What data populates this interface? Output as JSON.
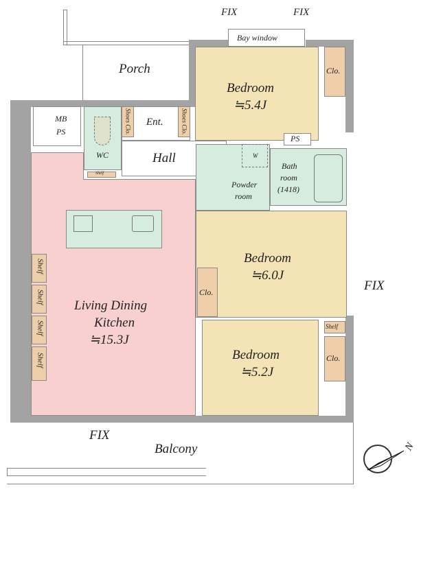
{
  "labels": {
    "fix_top_left": "FIX",
    "fix_top_right": "FIX",
    "bay_window": "Bay window",
    "porch": "Porch",
    "bedroom1": "Bedroom",
    "bedroom1_size": "≒5.4J",
    "clo1": "Clo.",
    "mb_ps": "MB",
    "mb_ps2": "PS",
    "wc": "WC",
    "shelf_wc": "Shelf",
    "shoes_clo_left": "Shoes Clo.",
    "shoes_clo_right": "Shoes Clo.",
    "ent": "Ent.",
    "hall": "Hall",
    "ps": "PS",
    "w": "W",
    "powder1": "Powder",
    "powder2": "room",
    "bath1": "Bath",
    "bath2": "room",
    "bath3": "(1418)",
    "bedroom2": "Bedroom",
    "bedroom2_size": "≒6.0J",
    "clo2": "Clo.",
    "fix_right": "FIX",
    "ldk1": "Living Dining",
    "ldk2": "Kitchen",
    "ldk_size": "≒15.3J",
    "shelves": [
      "Shelf",
      "Shelf",
      "Shelf",
      "Shelf"
    ],
    "shelf_b3": "Shelf",
    "bedroom3": "Bedroom",
    "bedroom3_size": "≒5.2J",
    "clo3": "Clo.",
    "fix_bottom": "FIX",
    "balcony": "Balcony",
    "north": "N"
  },
  "colors": {
    "wall": "#a3a3a3",
    "bedroom": "#f4e3b4",
    "ldk": "#f8d0cf",
    "wet": "#d6ecdf",
    "closet": "#efcfaa"
  }
}
